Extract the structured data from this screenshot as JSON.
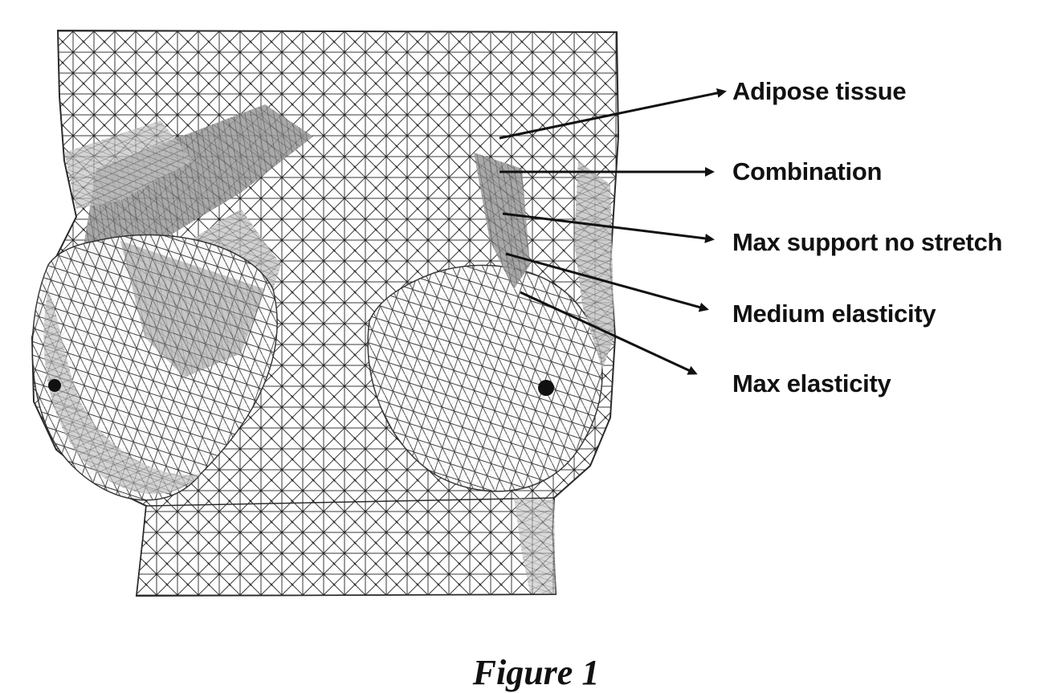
{
  "callouts": [
    {
      "key": "adipose",
      "label": "Adipose tissue"
    },
    {
      "key": "combination",
      "label": "Combination"
    },
    {
      "key": "max_support",
      "label": "Max support no stretch"
    },
    {
      "key": "medium",
      "label": "Medium elasticity"
    },
    {
      "key": "max_elastic",
      "label": "Max elasticity"
    }
  ],
  "caption": "Figure 1",
  "colors": {
    "mesh_line": "#2b2b2b",
    "band_fill": "#8a8a8a",
    "band_light": "#b5b5b5",
    "text": "#111111",
    "background": "#ffffff"
  }
}
